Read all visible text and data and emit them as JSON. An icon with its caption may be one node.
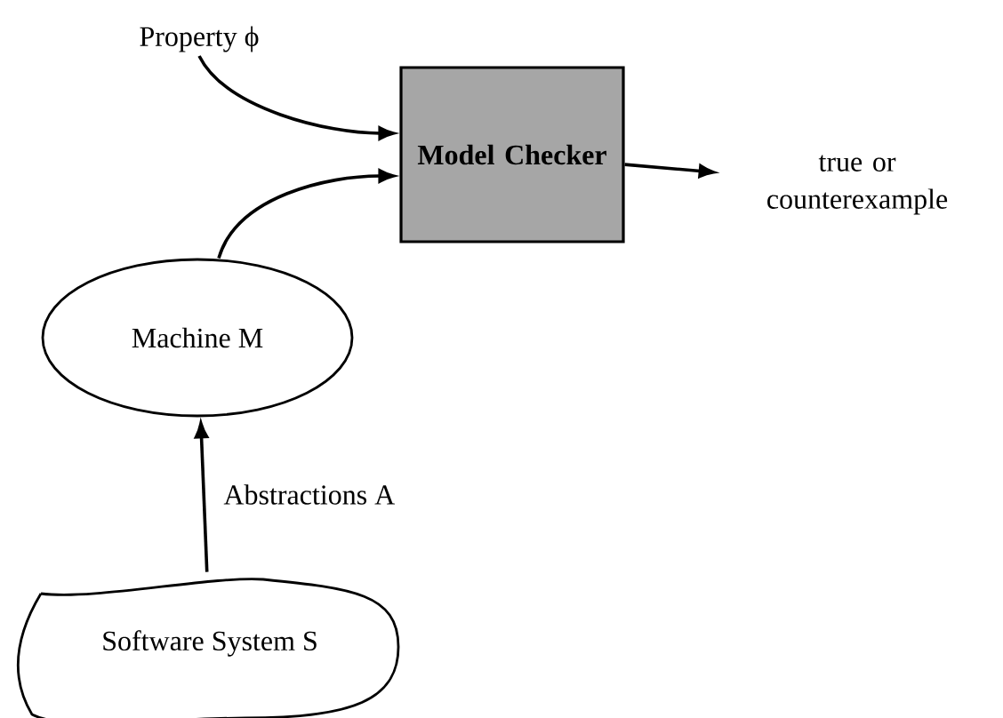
{
  "diagram": {
    "nodes": [
      {
        "text": [
          "Property  ϕ"
        ]
      },
      {
        "text": [
          "Model Checker"
        ]
      },
      {
        "text": [
          "true or counterexample"
        ]
      },
      {
        "text": [
          "Machine M"
        ]
      },
      {
        "text": [
          "Software System S"
        ]
      }
    ],
    "edges": [
      {
        "from": 0,
        "to": 1,
        "arrow": "to"
      },
      {
        "from": 3,
        "to": 1,
        "arrow": "to"
      },
      {
        "from": 1,
        "to": 2,
        "arrow": "to"
      },
      {
        "from": 4,
        "to": 3,
        "arrow": "to",
        "label": "Abstractions A"
      }
    ]
  }
}
